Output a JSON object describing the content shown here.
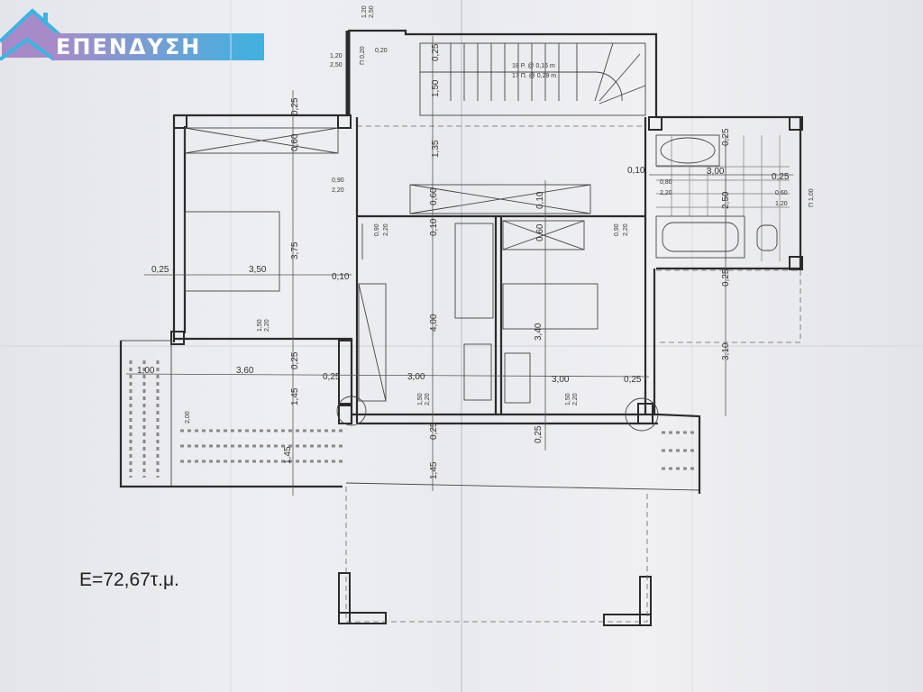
{
  "logo": {
    "text": "ΕΠΕΝΔΥΣΗ",
    "colors": [
      "#a78bc8",
      "#3fb2e0"
    ]
  },
  "area_label": "E=72,67τ.μ.",
  "stairs": {
    "risers": "18 P. @ 0,16 m",
    "treads": "17 Π. @ 0,29 m"
  },
  "dimensions": {
    "d1": "1,20",
    "d2": "2,50",
    "d3": "0,20",
    "d4": "Π 0,20",
    "d5": "0,25",
    "d6": "1,50",
    "d7": "0,25",
    "d8": "0,60",
    "d9": "1,35",
    "d10": "0,90",
    "d11": "2,20",
    "d12": "0,60",
    "d13": "0,10",
    "d14": "0,10",
    "d15": "0,60",
    "d16": "0,90",
    "d17": "2,20",
    "d18": "0,90",
    "d19": "2,20",
    "d20": "3,75",
    "d21": "0,25",
    "d22": "3,50",
    "d23": "0,10",
    "d24": "4,00",
    "d25": "3,40",
    "d26": "1,50",
    "d27": "2,20",
    "d28": "1,00",
    "d29": "3,60",
    "d30": "0,25",
    "d31": "0,25",
    "d32": "3,00",
    "d33": "3,00",
    "d34": "0,25",
    "d35": "1,45",
    "d36": "2,00",
    "d37": "1,50",
    "d38": "2,20",
    "d39": "1,50",
    "d40": "2,20",
    "d41": "0,25",
    "d42": "0,25",
    "d43": "1,45",
    "d44": "1,45",
    "d45": "0,10",
    "d46": "0,80",
    "d47": "2,20",
    "d48": "3,00",
    "d49": "0,25",
    "d50": "0,25",
    "d51": "0,60",
    "d52": "1,20",
    "d53": "Π 1,00",
    "d54": "2,50",
    "d55": "0,25",
    "d56": "3,10",
    "d57": "1,20",
    "d58": "2,50"
  }
}
